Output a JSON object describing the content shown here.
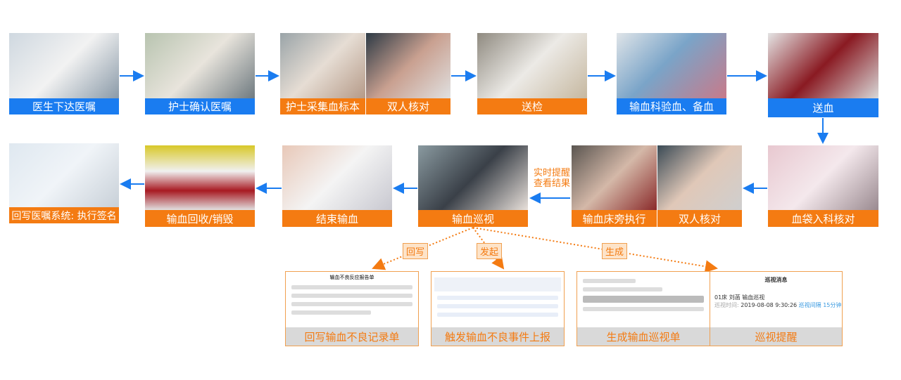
{
  "colors": {
    "blue": "#1a7cf0",
    "orange": "#f47b12",
    "caption_gray": "#d9d9d9"
  },
  "row1": [
    {
      "label": "医生下达医嘱",
      "color": "blue"
    },
    {
      "label": "护士确认医嘱",
      "color": "blue"
    },
    {
      "label": "护士采集血标本",
      "color": "orange"
    },
    {
      "label": "双人核对",
      "color": "orange"
    },
    {
      "label": "送检",
      "color": "orange"
    },
    {
      "label": "输血科验血、备血",
      "color": "blue"
    },
    {
      "label": "送血",
      "color": "blue"
    }
  ],
  "row2": [
    {
      "label": "血袋入科核对",
      "color": "orange"
    },
    {
      "label": "输血床旁执行",
      "color": "orange"
    },
    {
      "label": "双人核对",
      "color": "orange"
    },
    {
      "label": "输血巡视",
      "color": "orange"
    },
    {
      "label": "结束输血",
      "color": "orange"
    },
    {
      "label": "输血回收/销毁",
      "color": "orange"
    },
    {
      "label": "回写医嘱系统: 执行签名",
      "color": "orange"
    }
  ],
  "realtime_note": [
    "实时提醒",
    "查看结果"
  ],
  "branch_tags": [
    "回写",
    "发起",
    "生成"
  ],
  "row3": [
    {
      "label": "回写输血不良记录单",
      "doc_title": "输血不良反应报告单"
    },
    {
      "label": "触发输血不良事件上报"
    },
    {
      "label": "生成输血巡视单"
    },
    {
      "label": "巡视提醒",
      "screen_title": "巡视消息",
      "items": [
        {
          "bed": "01床",
          "name": "刘菡",
          "task": "输血巡视",
          "time_label": "巡视时间:",
          "time": "2019-08-08 9:30:26",
          "interval_label": "巡视间隔",
          "interval": "15分钟"
        }
      ]
    }
  ]
}
